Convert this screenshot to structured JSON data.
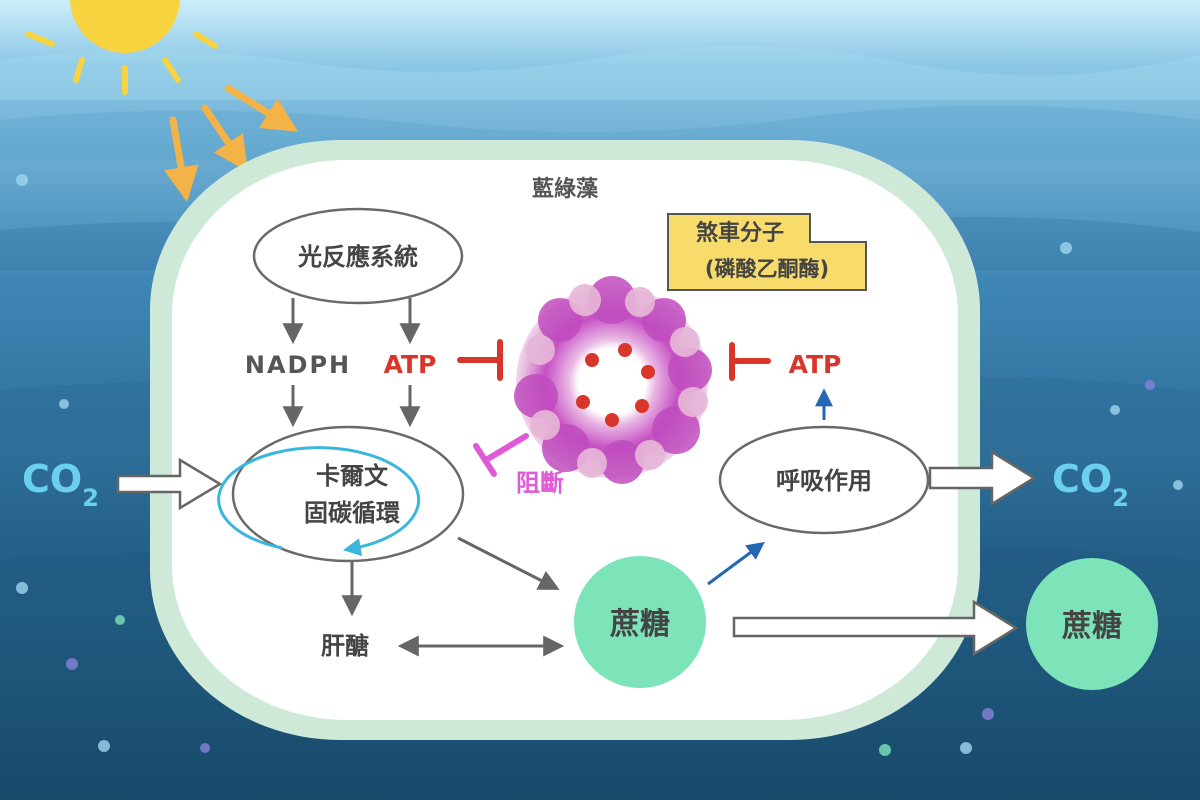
{
  "cell": {
    "title": "藍綠藻"
  },
  "nodes": {
    "photosystem": "光反應系統",
    "nadph": "NADPH",
    "atp_left": "ATP",
    "atp_right": "ATP",
    "calvin_line1": "卡爾文",
    "calvin_line2": "固碳循環",
    "respiration": "呼吸作用",
    "glycogen": "肝醣",
    "sucrose_inside": "蔗糖",
    "sucrose_outside": "蔗糖"
  },
  "brake_label": {
    "line1": "煞車分子",
    "line2": "(磷酸乙酮酶)"
  },
  "block_label": "阻斷",
  "co2": {
    "main": "CO",
    "sub": "2"
  },
  "colors": {
    "sea_top": "#9fd6ef",
    "sea_deep": "#1a4f70",
    "membrane": "#cfe9d9",
    "cell_fill": "#ffffff",
    "atp_red": "#d9362b",
    "block_magenta": "#e05ad8",
    "calvin_cyan": "#3ab7dd",
    "respiration_blue": "#2366b3",
    "sucrose_green": "#7de3b9",
    "label_yellow": "#f7dc6b",
    "co2_cyan": "#6bd0ef",
    "sun": "#f7d43f"
  }
}
